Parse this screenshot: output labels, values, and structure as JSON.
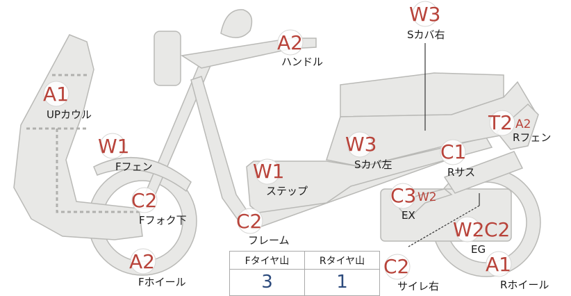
{
  "colors": {
    "body_fill": "#e8e8e6",
    "body_stroke": "#b9b9b6",
    "grade_red": "#b8433a",
    "badge_circle": "#ffffff",
    "value_blue": "#2c4a7c"
  },
  "parts": {
    "s_cover_right": {
      "grade": "W3",
      "name": "Sカバ右"
    },
    "handle": {
      "grade": "A2",
      "name": "ハンドル"
    },
    "up_cowl": {
      "grade": "A1",
      "name": "UPカウル"
    },
    "r_fender": {
      "grade": "T2",
      "grade2": "A2",
      "name": "Rフェン"
    },
    "f_fender": {
      "grade": "W1",
      "name": "Fフェン"
    },
    "s_cover_left": {
      "grade": "W3",
      "name": "Sカバ左"
    },
    "r_suspension": {
      "grade": "C1",
      "name": "Rサス"
    },
    "step": {
      "grade": "W1",
      "name": "ステップ"
    },
    "f_fork_lower": {
      "grade": "C2",
      "name": "Fフォク下"
    },
    "exhaust": {
      "grade": "C3",
      "grade2": "W2",
      "name": "EX"
    },
    "frame": {
      "grade": "C2",
      "name": "フレーム"
    },
    "engine": {
      "grade": "W2",
      "grade2": "C2",
      "name": "EG"
    },
    "f_wheel": {
      "grade": "A2",
      "name": "Fホイール"
    },
    "muffler_right": {
      "grade": "C2",
      "name": "サイレ右"
    },
    "r_wheel": {
      "grade": "A1",
      "name": "Rホイール"
    }
  },
  "tire_table": {
    "headers": [
      "Fタイヤ山",
      "Rタイヤ山"
    ],
    "values": [
      "3",
      "1"
    ]
  }
}
